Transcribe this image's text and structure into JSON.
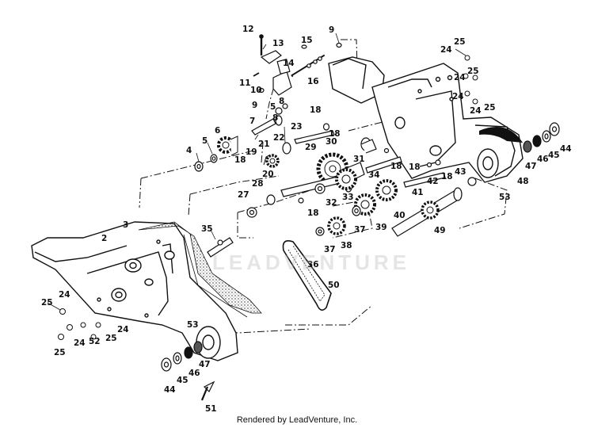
{
  "footer": {
    "text": "Rendered by LeadVenture, Inc."
  },
  "watermark": {
    "text": "LEADVENTURE"
  },
  "callouts": [
    {
      "id": "c12",
      "text": "12"
    },
    {
      "id": "c13",
      "text": "13"
    },
    {
      "id": "c15",
      "text": "15"
    },
    {
      "id": "c9a",
      "text": "9"
    },
    {
      "id": "c14",
      "text": "14"
    },
    {
      "id": "c11",
      "text": "11"
    },
    {
      "id": "c10",
      "text": "10"
    },
    {
      "id": "c16",
      "text": "16"
    },
    {
      "id": "c9b",
      "text": "9"
    },
    {
      "id": "c5a",
      "text": "5"
    },
    {
      "id": "c8a",
      "text": "8"
    },
    {
      "id": "c8b",
      "text": "8"
    },
    {
      "id": "c18a",
      "text": "18"
    },
    {
      "id": "c7",
      "text": "7"
    },
    {
      "id": "c6",
      "text": "6"
    },
    {
      "id": "c23",
      "text": "23"
    },
    {
      "id": "c4",
      "text": "4"
    },
    {
      "id": "c5b",
      "text": "5"
    },
    {
      "id": "c21",
      "text": "21"
    },
    {
      "id": "c22",
      "text": "22"
    },
    {
      "id": "c19",
      "text": "19"
    },
    {
      "id": "c18b",
      "text": "18"
    },
    {
      "id": "c20",
      "text": "20"
    },
    {
      "id": "c29",
      "text": "29"
    },
    {
      "id": "c30",
      "text": "30"
    },
    {
      "id": "c31",
      "text": "31"
    },
    {
      "id": "c18c",
      "text": "18"
    },
    {
      "id": "c34",
      "text": "34"
    },
    {
      "id": "c28",
      "text": "28"
    },
    {
      "id": "c27",
      "text": "27"
    },
    {
      "id": "c33",
      "text": "33"
    },
    {
      "id": "c32",
      "text": "32"
    },
    {
      "id": "c18d",
      "text": "18"
    },
    {
      "id": "c40",
      "text": "40"
    },
    {
      "id": "c3",
      "text": "3"
    },
    {
      "id": "c35",
      "text": "35"
    },
    {
      "id": "c2",
      "text": "2"
    },
    {
      "id": "c37a",
      "text": "37"
    },
    {
      "id": "c39",
      "text": "39"
    },
    {
      "id": "c38",
      "text": "38"
    },
    {
      "id": "c37b",
      "text": "37"
    },
    {
      "id": "c36",
      "text": "36"
    },
    {
      "id": "c50",
      "text": "50"
    },
    {
      "id": "c25a",
      "text": "25"
    },
    {
      "id": "c24a",
      "text": "24"
    },
    {
      "id": "c24b",
      "text": "24"
    },
    {
      "id": "c52",
      "text": "52"
    },
    {
      "id": "c25b",
      "text": "25"
    },
    {
      "id": "c24c",
      "text": "24"
    },
    {
      "id": "c25c",
      "text": "25"
    },
    {
      "id": "c53a",
      "text": "53"
    },
    {
      "id": "c47a",
      "text": "47"
    },
    {
      "id": "c46a",
      "text": "46"
    },
    {
      "id": "c45a",
      "text": "45"
    },
    {
      "id": "c44a",
      "text": "44"
    },
    {
      "id": "c51",
      "text": "51"
    },
    {
      "id": "c25d",
      "text": "25"
    },
    {
      "id": "c24d",
      "text": "24"
    },
    {
      "id": "c25e",
      "text": "25"
    },
    {
      "id": "c24e",
      "text": "24"
    },
    {
      "id": "c24f",
      "text": "24"
    },
    {
      "id": "c25f",
      "text": "25"
    },
    {
      "id": "c24g",
      "text": "24"
    },
    {
      "id": "c44b",
      "text": "44"
    },
    {
      "id": "c45b",
      "text": "45"
    },
    {
      "id": "c46b",
      "text": "46"
    },
    {
      "id": "c47b",
      "text": "47"
    },
    {
      "id": "c48",
      "text": "48"
    },
    {
      "id": "c43",
      "text": "43"
    },
    {
      "id": "c53b",
      "text": "53"
    },
    {
      "id": "c42",
      "text": "42"
    },
    {
      "id": "c18e",
      "text": "18"
    },
    {
      "id": "c41",
      "text": "41"
    },
    {
      "id": "c49",
      "text": "49"
    },
    {
      "id": "c18f",
      "text": "18"
    },
    {
      "id": "c18g",
      "text": "18"
    }
  ]
}
